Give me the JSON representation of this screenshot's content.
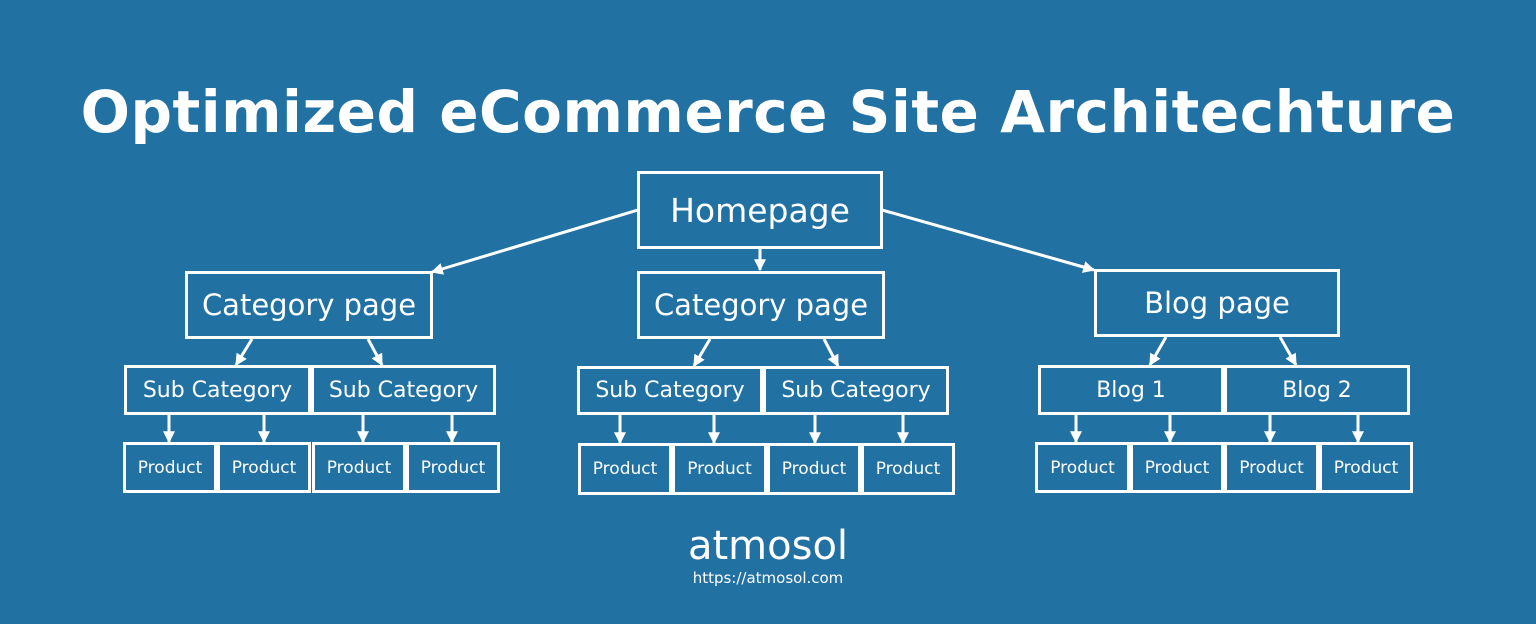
{
  "title": "Optimized eCommerce Site Architechture",
  "homepage": "Homepage",
  "branches": [
    {
      "label": "Category page",
      "children": [
        {
          "label": "Sub Category",
          "items": [
            "Product",
            "Product"
          ]
        },
        {
          "label": "Sub Category",
          "items": [
            "Product",
            "Product"
          ]
        }
      ]
    },
    {
      "label": "Category page",
      "children": [
        {
          "label": "Sub Category",
          "items": [
            "Product",
            "Product"
          ]
        },
        {
          "label": "Sub Category",
          "items": [
            "Product",
            "Product"
          ]
        }
      ]
    },
    {
      "label": "Blog page",
      "children": [
        {
          "label": "Blog 1",
          "items": [
            "Product",
            "Product"
          ]
        },
        {
          "label": "Blog 2",
          "items": [
            "Product",
            "Product"
          ]
        }
      ]
    }
  ],
  "logo": {
    "name": "atmosol",
    "url": "https://atmosol.com"
  },
  "colors": {
    "background": "#2171a3",
    "foreground": "#ffffff"
  }
}
